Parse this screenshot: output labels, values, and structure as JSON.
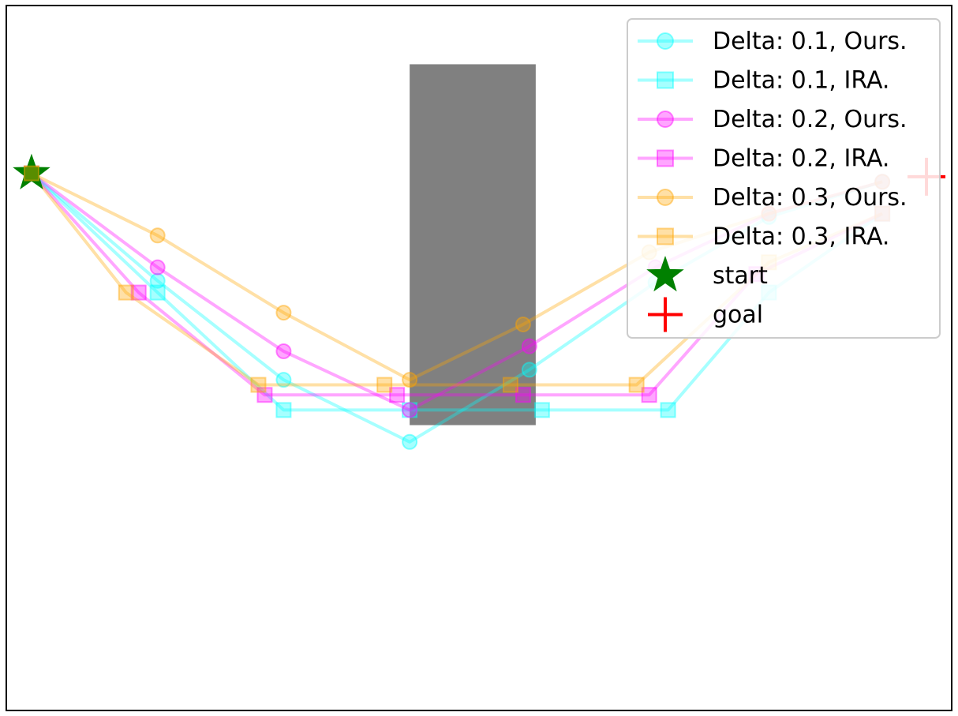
{
  "chart_data": {
    "type": "line",
    "title": "",
    "xlabel": "",
    "ylabel": "",
    "xlim": [
      -0.2,
      7.3
    ],
    "ylim": [
      -3.2,
      1.0
    ],
    "grid": false,
    "axes_ticks": false,
    "legend_position": "top-right",
    "obstacle": {
      "x": [
        3.0,
        4.0
      ],
      "y": [
        -1.5,
        0.65
      ],
      "color": "#808080"
    },
    "series": [
      {
        "name": "Delta: 0.1, Ours.",
        "marker": "circle",
        "color": "#00ffff",
        "points": [
          [
            0.0,
            0.0
          ],
          [
            1.0,
            -0.64
          ],
          [
            2.0,
            -1.23
          ],
          [
            3.0,
            -1.6
          ],
          [
            3.95,
            -1.17
          ],
          [
            4.95,
            -0.65
          ],
          [
            5.85,
            -0.26
          ],
          [
            6.75,
            -0.05
          ]
        ]
      },
      {
        "name": "Delta: 0.1, IRA.",
        "marker": "square",
        "color": "#00ffff",
        "points": [
          [
            0.0,
            0.0
          ],
          [
            1.0,
            -0.71
          ],
          [
            2.0,
            -1.41
          ],
          [
            3.0,
            -1.41
          ],
          [
            4.05,
            -1.41
          ],
          [
            5.05,
            -1.41
          ],
          [
            5.85,
            -0.71
          ],
          [
            6.75,
            -0.24
          ]
        ]
      },
      {
        "name": "Delta: 0.2, Ours.",
        "marker": "circle",
        "color": "#ff00ff",
        "points": [
          [
            0.0,
            0.0
          ],
          [
            1.0,
            -0.56
          ],
          [
            2.0,
            -1.06
          ],
          [
            3.0,
            -1.41
          ],
          [
            3.95,
            -1.03
          ],
          [
            4.95,
            -0.56
          ],
          [
            5.85,
            -0.24
          ],
          [
            6.75,
            -0.05
          ]
        ]
      },
      {
        "name": "Delta: 0.2, IRA.",
        "marker": "square",
        "color": "#ff00ff",
        "points": [
          [
            0.0,
            0.0
          ],
          [
            0.85,
            -0.71
          ],
          [
            1.85,
            -1.32
          ],
          [
            2.9,
            -1.32
          ],
          [
            3.9,
            -1.32
          ],
          [
            4.9,
            -1.32
          ],
          [
            5.75,
            -0.6
          ],
          [
            6.75,
            -0.24
          ]
        ]
      },
      {
        "name": "Delta: 0.3, Ours.",
        "marker": "circle",
        "color": "#ffa500",
        "points": [
          [
            0.0,
            0.0
          ],
          [
            1.0,
            -0.37
          ],
          [
            2.0,
            -0.83
          ],
          [
            3.0,
            -1.23
          ],
          [
            3.9,
            -0.9
          ],
          [
            4.9,
            -0.47
          ],
          [
            5.85,
            -0.24
          ],
          [
            6.75,
            -0.05
          ]
        ]
      },
      {
        "name": "Delta: 0.3, IRA.",
        "marker": "square",
        "color": "#ffa500",
        "points": [
          [
            0.0,
            0.0
          ],
          [
            0.75,
            -0.71
          ],
          [
            1.8,
            -1.26
          ],
          [
            2.8,
            -1.26
          ],
          [
            3.8,
            -1.26
          ],
          [
            4.8,
            -1.26
          ],
          [
            5.85,
            -0.53
          ],
          [
            6.75,
            -0.24
          ]
        ]
      }
    ],
    "start": {
      "name": "start",
      "marker": "star",
      "color": "#008000",
      "x": 0.0,
      "y": 0.0
    },
    "goal": {
      "name": "goal",
      "marker": "plus",
      "color": "#ff0000",
      "x": 7.1,
      "y": -0.02
    }
  }
}
